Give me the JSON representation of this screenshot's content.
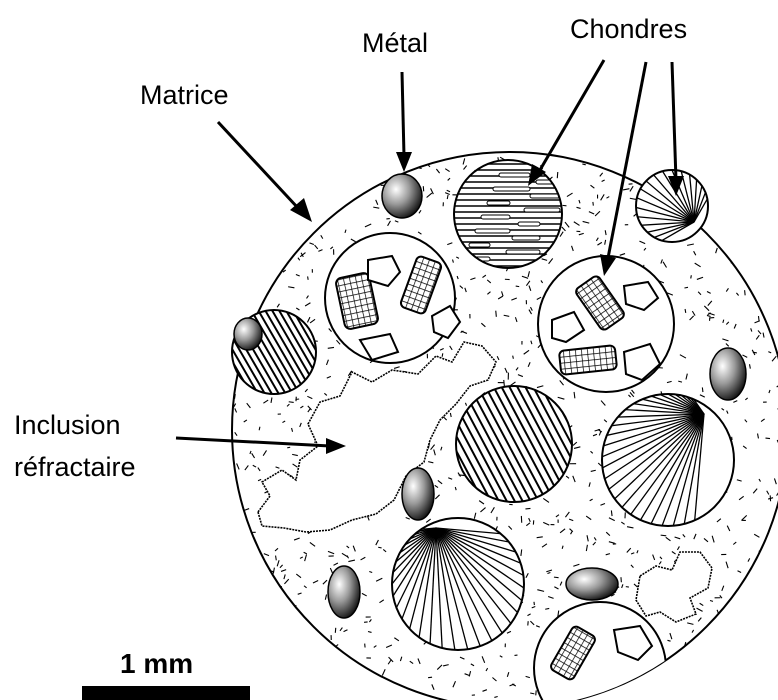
{
  "labels": {
    "metal": "Métal",
    "chondres": "Chondres",
    "matrice": "Matrice",
    "inclusion_line1": "Inclusion",
    "inclusion_line2": "réfractaire",
    "scale": "1 mm"
  },
  "colors": {
    "ink": "#000000",
    "background": "#ffffff"
  },
  "icons": [
    "chondrite-cross-section"
  ]
}
